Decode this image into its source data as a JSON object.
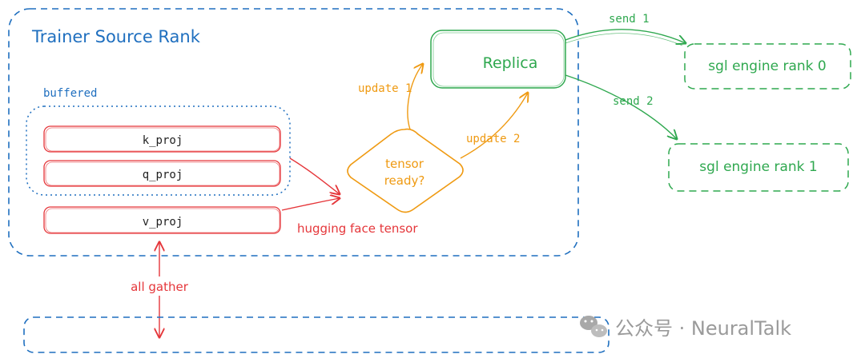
{
  "colors": {
    "blue": "#1f6fbf",
    "red": "#e5363a",
    "orange": "#ef9a12",
    "green": "#2fa84f",
    "watermark": "#9a9a9a"
  },
  "trainer": {
    "title": "Trainer Source Rank"
  },
  "buffer": {
    "label": "buffered"
  },
  "tensors": {
    "k_proj": "k_proj",
    "q_proj": "q_proj",
    "v_proj": "v_proj"
  },
  "edges": {
    "hf_tensor": "hugging face tensor",
    "all_gather": "all gather",
    "update1": "update 1",
    "update2": "update 2",
    "send1": "send 1",
    "send2": "send 2"
  },
  "decision": {
    "line1": "tensor",
    "line2": "ready?"
  },
  "replica": {
    "label": "Replica"
  },
  "engines": {
    "rank0": "sgl engine rank 0",
    "rank1": "sgl engine rank 1"
  },
  "watermark": {
    "text": "公众号 · NeuralTalk"
  }
}
